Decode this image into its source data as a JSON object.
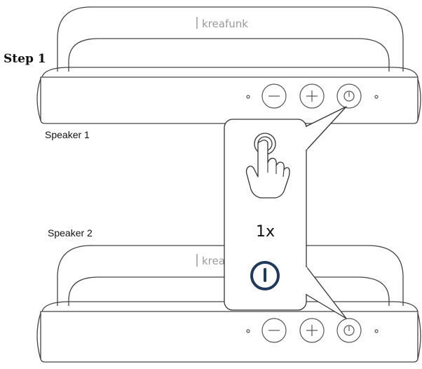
{
  "step": {
    "label": "Step 1"
  },
  "speakers": [
    {
      "label": "Speaker 1",
      "brand": "kreafunk"
    },
    {
      "label": "Speaker 2",
      "brand": "kreafunk"
    }
  ],
  "callout": {
    "action": "press-icon",
    "count_label": "1x",
    "button_icon": "power-icon"
  },
  "colors": {
    "outline": "#3a3a3a",
    "power_accent": "#1f3a5c"
  }
}
